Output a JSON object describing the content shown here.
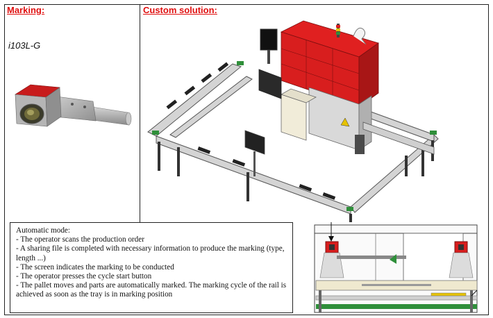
{
  "headers": {
    "marking": "Marking:",
    "custom_solution": "Custom solution:"
  },
  "marking": {
    "model": "i103L-G"
  },
  "automatic_mode": {
    "title": "Automatic mode:",
    "steps": [
      "- The operator scans the production order",
      "- A sharing file is completed with necessary information to produce the marking (type, length ...)",
      "- The screen indicates the marking to be conducted",
      "- The operator presses the cycle start button",
      "- The pallet moves and parts are automatically marked. The marking cycle of the rail is achieved as soon as the tray is in marking position"
    ]
  },
  "colors": {
    "header_red": "#e01010",
    "machine_red": "#d81e1e",
    "rail_green": "#2f8f3a"
  }
}
